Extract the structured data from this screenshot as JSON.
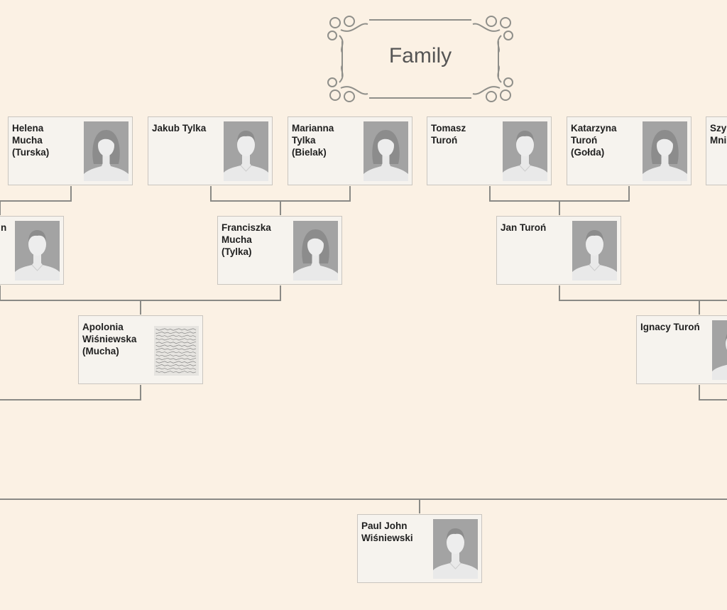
{
  "title": "Family",
  "colors": {
    "background": "#fbf1e4",
    "card": "#f6f3ee",
    "connector": "#8a8a86",
    "ornament": "#8f8f8a"
  },
  "people": [
    {
      "id": "helena",
      "name": "Helena\nMucha\n(Turska)",
      "photo": "female-silhouette-icon"
    },
    {
      "id": "jakub",
      "name": "Jakub Tylka",
      "photo": "male-silhouette-icon"
    },
    {
      "id": "marianna",
      "name": "Marianna\nTylka\n(Bielak)",
      "photo": "female-silhouette-icon"
    },
    {
      "id": "tomasz",
      "name": "Tomasz\nTuroń",
      "photo": "male-silhouette-icon"
    },
    {
      "id": "katarzyna",
      "name": "Katarzyna\nTuroń\n(Gołda)",
      "photo": "female-silhouette-icon"
    },
    {
      "id": "szy",
      "name": "Szy\nMni",
      "photo": ""
    },
    {
      "id": "partial-left",
      "name": "n",
      "photo": "male-silhouette-icon"
    },
    {
      "id": "franciszka",
      "name": "Franciszka\nMucha\n(Tylka)",
      "photo": "female-silhouette-icon"
    },
    {
      "id": "jan",
      "name": "Jan Turoń",
      "photo": "male-silhouette-icon"
    },
    {
      "id": "apolonia",
      "name": "Apolonia\nWiśniewska\n(Mucha)",
      "photo": "handwritten-document-image"
    },
    {
      "id": "ignacy",
      "name": "Ignacy Turoń",
      "photo": "male-silhouette-icon"
    },
    {
      "id": "paul",
      "name": "Paul John\nWiśniewski",
      "photo": "male-silhouette-icon"
    }
  ]
}
